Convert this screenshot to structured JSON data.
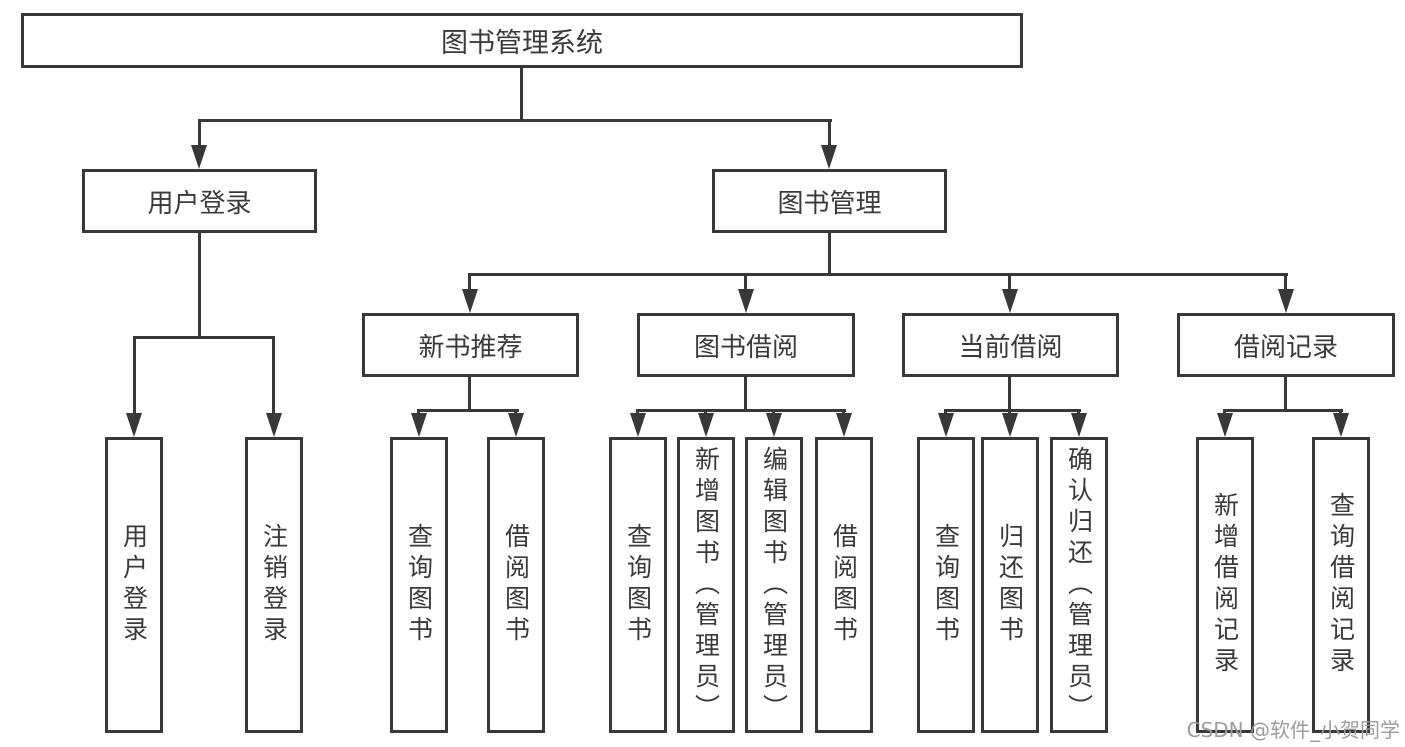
{
  "diagram": {
    "root": {
      "label": "图书管理系统"
    },
    "level2": [
      {
        "label": "用户登录"
      },
      {
        "label": "图书管理"
      }
    ],
    "level3": [
      {
        "label": "新书推荐"
      },
      {
        "label": "图书借阅"
      },
      {
        "label": "当前借阅"
      },
      {
        "label": "借阅记录"
      }
    ],
    "leaves": [
      {
        "label": "用户登录",
        "parent": "用户登录"
      },
      {
        "label": "注销登录",
        "parent": "用户登录"
      },
      {
        "label": "查询图书",
        "parent": "新书推荐"
      },
      {
        "label": "借阅图书",
        "parent": "新书推荐"
      },
      {
        "label": "查询图书",
        "parent": "图书借阅"
      },
      {
        "label": "新增图书（管理员）",
        "parent": "图书借阅"
      },
      {
        "label": "编辑图书（管理员）",
        "parent": "图书借阅"
      },
      {
        "label": "借阅图书",
        "parent": "图书借阅"
      },
      {
        "label": "查询图书",
        "parent": "当前借阅"
      },
      {
        "label": "归还图书",
        "parent": "当前借阅"
      },
      {
        "label": "确认归还（管理员）",
        "parent": "当前借阅"
      },
      {
        "label": "新增借阅记录",
        "parent": "借阅记录"
      },
      {
        "label": "查询借阅记录",
        "parent": "借阅记录"
      }
    ]
  },
  "watermark": {
    "text": "CSDN @软件_小贺同学"
  },
  "colors": {
    "line": "#383838",
    "text": "#3a3a3a",
    "background": "#ffffff",
    "watermark": "#9c9c9c"
  }
}
